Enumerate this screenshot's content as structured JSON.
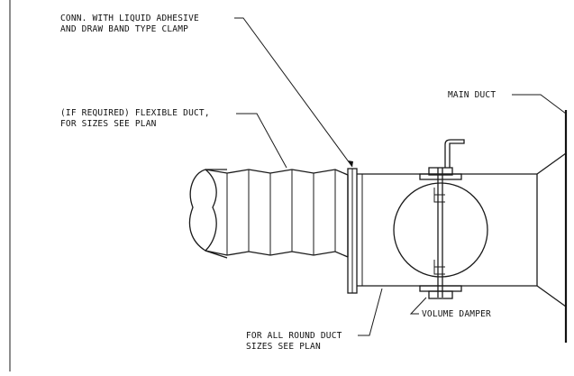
{
  "labels": {
    "conn_line1": "CONN. WITH LIQUID ADHESIVE",
    "conn_line2": "AND DRAW BAND TYPE CLAMP",
    "flex_line1": "(IF REQUIRED) FLEXIBLE DUCT,",
    "flex_line2": "FOR SIZES SEE PLAN",
    "main_duct": "MAIN DUCT",
    "damper": "VOLUME DAMPER",
    "round_line1": "FOR ALL ROUND DUCT",
    "round_line2": "SIZES SEE PLAN"
  }
}
